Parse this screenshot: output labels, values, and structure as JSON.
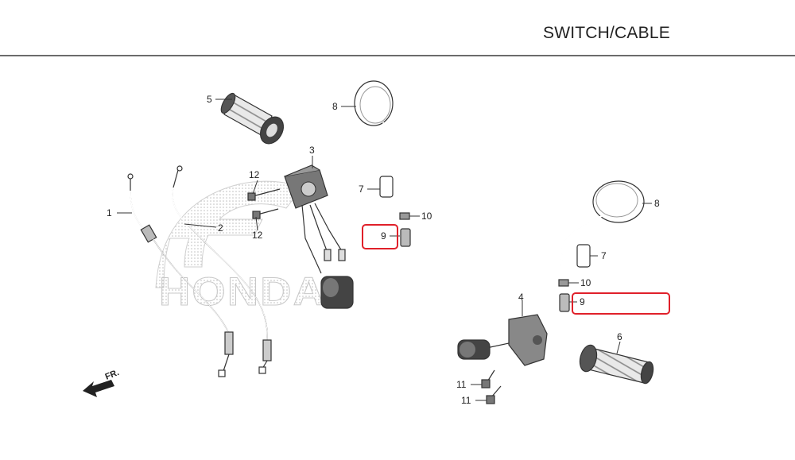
{
  "header": {
    "title": "SWITCH/CABLE"
  },
  "watermark": {
    "brand": "HONDA"
  },
  "direction_label": "FR.",
  "callouts": {
    "c1": "1",
    "c2": "2",
    "c3": "3",
    "c4": "4",
    "c5": "5",
    "c6": "6",
    "c7a": "7",
    "c7b": "7",
    "c8a": "8",
    "c8b": "8",
    "c9a": "9",
    "c9b": "9",
    "c10a": "10",
    "c10b": "10",
    "c11a": "11",
    "c11b": "11",
    "c12a": "12",
    "c12b": "12"
  },
  "colors": {
    "highlight": "#e0202a",
    "line": "#333333",
    "watermark": "#c8c8c8"
  }
}
